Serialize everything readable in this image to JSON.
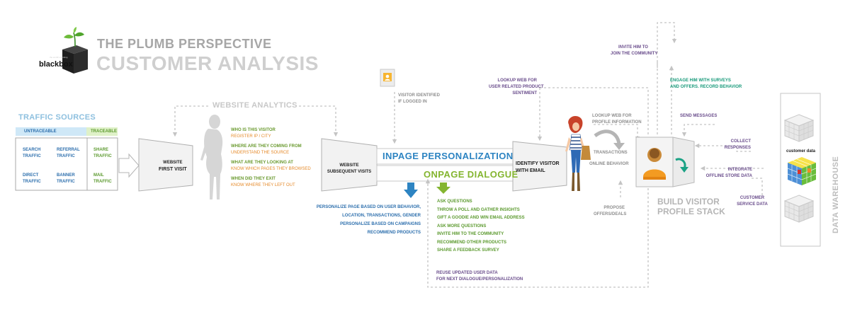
{
  "header": {
    "brand": "blackbox",
    "brand_tagline": "the world’s thinking",
    "title_line1": "THE PLUMB PERSPECTIVE",
    "title_line2": "CUSTOMER ANALYSIS"
  },
  "traffic_sources": {
    "label": "TRAFFIC SOURCES",
    "untraceable_label": "UNTRACEABLE",
    "traceable_label": "TRACEABLE",
    "items": {
      "search": [
        "SEARCH",
        "TRAFFIC"
      ],
      "referral": [
        "REFERRAL",
        "TRAFFIC"
      ],
      "direct": [
        "DIRECT",
        "TRAFFIC"
      ],
      "banner": [
        "BANNER",
        "TRAFFIC"
      ],
      "share": [
        "SHARE",
        "TRAFFIC"
      ],
      "mail": [
        "MAIL",
        "TRAFFIC"
      ]
    }
  },
  "website_analytics": {
    "label": "WEBSITE ANALYTICS",
    "first_visit": [
      "WEBSITE",
      "FIRST VISIT"
    ],
    "questions": [
      {
        "q": "WHO IS THIS VISITOR",
        "a": "REGISTER IP / CITY"
      },
      {
        "q": "WHERE ARE THEY COMING FROM",
        "a": "UNDERSTAND THE SOURCE"
      },
      {
        "q": "WHAT ARE THEY LOOKING AT",
        "a": "KNOW WHICH PAGES THEY BROWSED"
      },
      {
        "q": "WHEN DID THEY EXIT",
        "a": "KNOW WHERE THEY LEFT OUT"
      }
    ]
  },
  "subsequent": {
    "label": [
      "WEBSITE",
      "SUBSEQUENT VISITS"
    ],
    "visitor_identified": [
      "VISITOR IDENTIFIED",
      "IF LOGGED IN"
    ]
  },
  "inpage": {
    "title": "INPAGE PERSONALIZATION",
    "items": [
      "PERSONALIZE PAGE BASED ON USER BEHAVIOR,",
      "LOCATION, TRANSACTIONS, GENDER",
      "PERSONALIZE BASED ON CAMPAIGNS",
      "RECOMMEND PRODUCTS"
    ]
  },
  "onpage": {
    "title": "ONPAGE DIALOGUE",
    "items": [
      "ASK QUESTIONS",
      "THROW A POLL AND GATHER INSIGHTS",
      "GIFT A GOODIE AND WIN EMAIL ADDRESS",
      "ASK MORE QUESTIONS",
      "INVITE HIM TO THE COMMUNITY",
      "RECOMMEND OTHER PRODUCTS",
      "SHARE A FEEDBACK SURVEY"
    ],
    "reuse": [
      "REUSE UPDATED USER DATA",
      "FOR NEXT DIALOGUE/PERSONALIZATION"
    ]
  },
  "identify": {
    "label": [
      "IDENTIFY VISITOR",
      "WITH EMAIL"
    ],
    "lookup_product": [
      "LOOKUP WEB FOR",
      "USER RELATED PRODUCT",
      "SENTIMENT"
    ],
    "lookup_profile": [
      "LOOKUP WEB FOR",
      "PROFILE INFORMATION"
    ],
    "transactions": "TRANSACTIONS",
    "online_behavior": "ONLINE BEHAVIOR",
    "propose": [
      "PROPOSE",
      "OFFERS/DEALS"
    ]
  },
  "profile_stack": {
    "label": [
      "BUILD VISITOR",
      "PROFILE STACK"
    ],
    "invite": [
      "INVITE HIM TO",
      "JOIN THE COMMUNITY"
    ],
    "engage": [
      "ENGAGE HIM WITH SURVEYS",
      "AND OFFERS. RECORD BEHAVIOR"
    ],
    "send_messages": "SEND MESSAGES",
    "collect": [
      "COLLECT",
      "RESPONSES"
    ],
    "integrate": [
      "INTEGRATE",
      "OFFLINE STORE DATA"
    ],
    "customer_service": [
      "CUSTOMER",
      "SERVICE DATA"
    ]
  },
  "warehouse": {
    "label": "DATA WAREHOUSE",
    "customer_data": "customer data"
  },
  "colors": {
    "blue": "#2d6fad",
    "green": "#5c9a2f",
    "orange": "#e07b1c",
    "purple": "#6a4d8c",
    "teal": "#189a7a",
    "grey": "#c8c8c8"
  }
}
